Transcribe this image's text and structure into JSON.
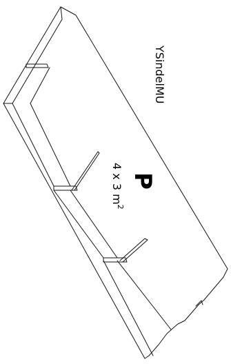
{
  "drawing": {
    "brand_label": "YSindelMU",
    "marker_letter": "P",
    "dimensions": "4 x 3 m",
    "dimension_superscript": "2",
    "line_color": "#111111",
    "background_color": "#ffffff"
  }
}
